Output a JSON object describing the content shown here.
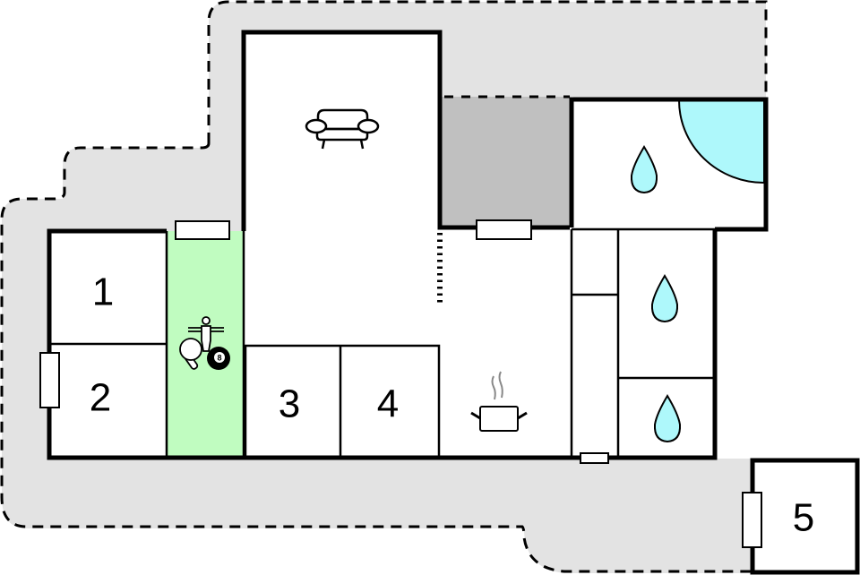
{
  "plan": {
    "type": "floor-plan",
    "colors": {
      "terrace": "#e3e3e3",
      "covered_area": "#c0c0c0",
      "game_room": "#c0fcc0",
      "water": "#aef8fb",
      "wall": "#000000",
      "floor": "#ffffff"
    },
    "rooms": [
      {
        "id": "bedroom-1",
        "label": "1"
      },
      {
        "id": "bedroom-2",
        "label": "2"
      },
      {
        "id": "bedroom-3",
        "label": "3"
      },
      {
        "id": "bedroom-4",
        "label": "4"
      },
      {
        "id": "bedroom-5",
        "label": "5"
      }
    ],
    "icons": [
      {
        "name": "sofa-icon",
        "room": "living-room"
      },
      {
        "name": "table-tennis-icon",
        "room": "game-room"
      },
      {
        "name": "table-football-icon",
        "room": "game-room"
      },
      {
        "name": "billiard-ball-8-icon",
        "room": "game-room",
        "text": "8"
      },
      {
        "name": "cooking-pot-icon",
        "room": "kitchen"
      },
      {
        "name": "water-drop-icon",
        "room": "bathroom-top"
      },
      {
        "name": "water-drop-icon",
        "room": "bathroom-middle"
      },
      {
        "name": "water-drop-icon",
        "room": "bathroom-bottom"
      },
      {
        "name": "pool-quarter-circle",
        "room": "bathroom-top"
      }
    ],
    "ball_number": "8"
  }
}
